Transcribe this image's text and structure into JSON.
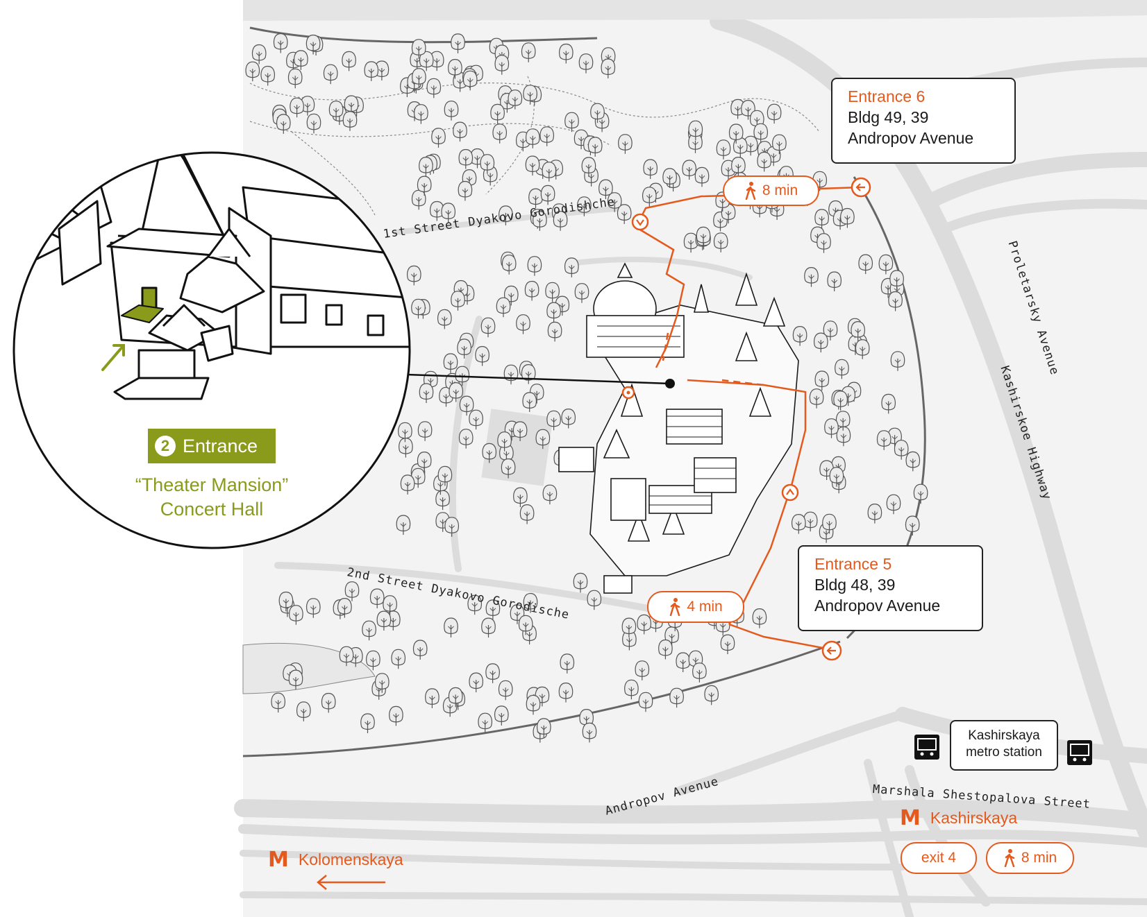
{
  "colors": {
    "accent": "#e4591c",
    "olive": "#8a9a1b",
    "road": "#d9d9d9",
    "ink": "#1a1a1a"
  },
  "streets": {
    "first": "1st Street Dyakovo Gorodishche",
    "second": "2nd Street Dyakovo Gorodische",
    "proletarsky": "Proletarsky Avenue",
    "kashirskoe": "Kashirskoe Highway",
    "andropov": "Andropov Avenue",
    "marshala": "Marshala Shestopalova Street"
  },
  "entrances": {
    "e6": {
      "title": "Entrance 6",
      "line1": "Bldg 49, 39",
      "line2": "Andropov Avenue",
      "walk": "8 min"
    },
    "e5": {
      "title": "Entrance 5",
      "line1": "Bldg 48, 39",
      "line2": "Andropov Avenue",
      "walk": "4 min"
    }
  },
  "inset": {
    "badge_number": "2",
    "badge_label": "Entrance",
    "venue_line1": "“Theater Mansion”",
    "venue_line2": "Concert Hall"
  },
  "metro": {
    "kashirskaya": {
      "logo": "M",
      "name": "Kashirskaya",
      "exit": "exit 4",
      "walk": "8 min"
    },
    "kolomenskaya": {
      "logo": "M",
      "name": "Kolomenskaya"
    },
    "bus_stop": {
      "line1": "Kashirskaya",
      "line2": "metro station"
    }
  },
  "icons": [
    "walking-person-icon",
    "entrance-arrow-icon",
    "metro-icon",
    "bus-icon",
    "arrow-left-icon"
  ]
}
